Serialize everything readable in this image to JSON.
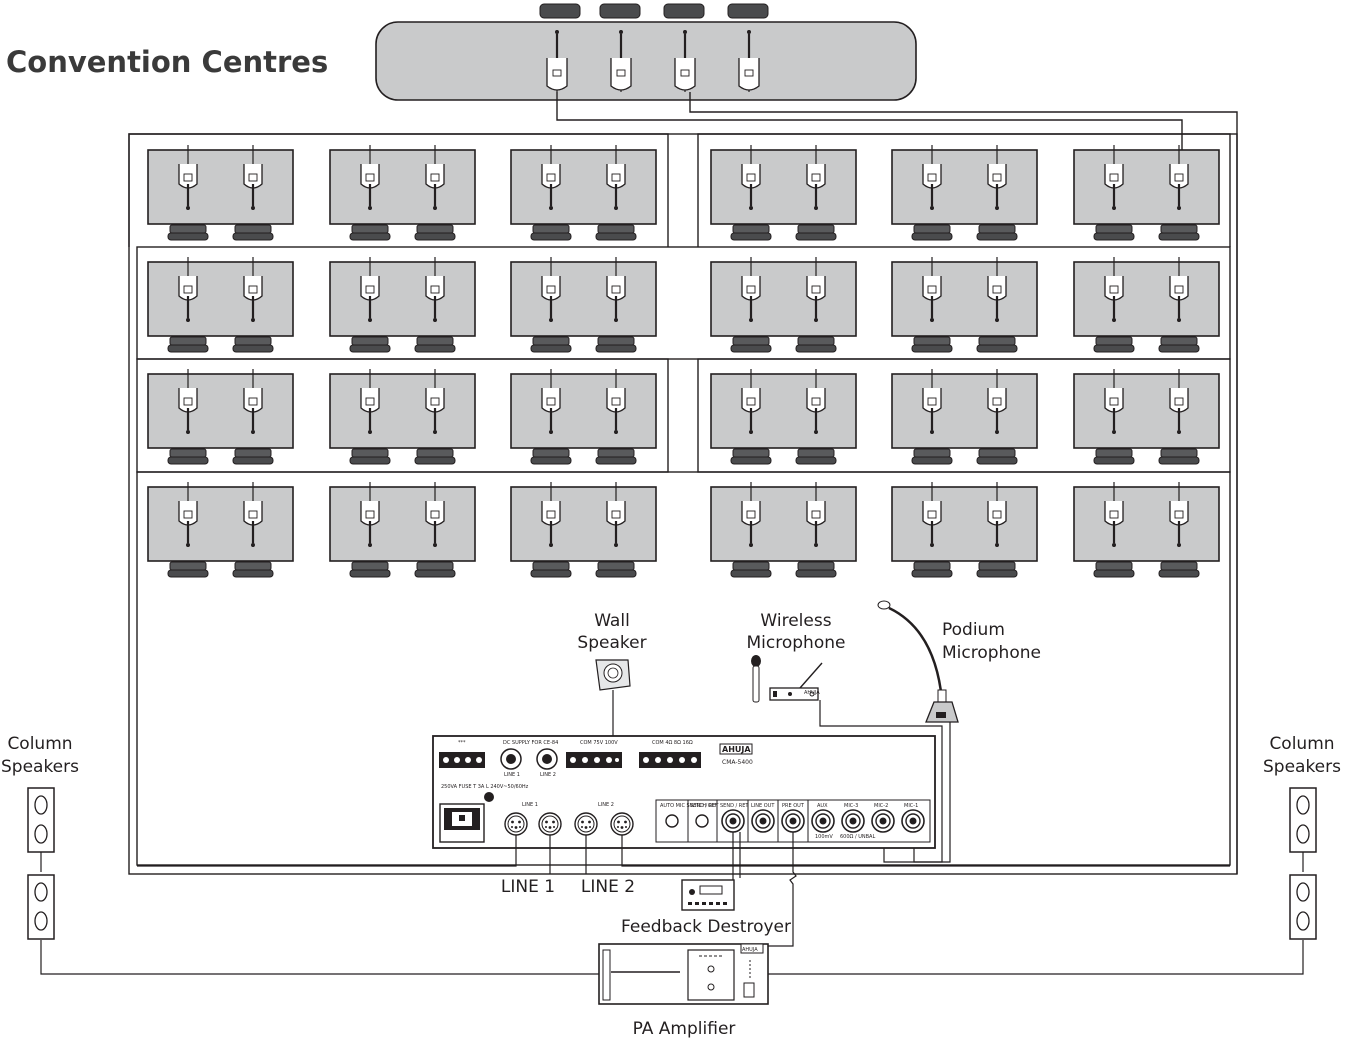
{
  "title": "Convention Centres",
  "labels": {
    "wall_speaker": [
      "Wall",
      "Speaker"
    ],
    "wireless_microphone": [
      "Wireless",
      "Microphone"
    ],
    "podium_microphone": [
      "Podium",
      "Microphone"
    ],
    "column_speakers_left": [
      "Column",
      "Speakers"
    ],
    "column_speakers_right": [
      "Column",
      "Speakers"
    ],
    "line1": "LINE 1",
    "line2": "LINE 2",
    "feedback_destroyer": "Feedback Destroyer",
    "pa_amplifier": "PA Amplifier"
  },
  "mixer": {
    "brand": "AHUJA",
    "model": "CMA-5400",
    "panel_labels": {
      "dc_supply": "DC SUPPLY FOR CE-84",
      "com_75v": "COM  75V  100V",
      "com_ohms": "COM  4Ω   8Ω   16Ω",
      "power": "250VA FUSE T 3A L 240V~50/60Hz",
      "line1_top": "LINE 1",
      "line2_top": "LINE 2",
      "line1_sub": "LINE 1",
      "line2_sub": "LINE 2",
      "auto_mic": "AUTO MIC SWITCH OFF",
      "send_ret": "SEND / RET",
      "send_ret2": "SEND / RET",
      "line_out": "LINE OUT",
      "pre_out": "PRE OUT",
      "aux": "AUX",
      "mic3": "MIC-3",
      "mic2": "MIC-2",
      "mic1": "MIC-1",
      "aux_sub": "100mV",
      "mic_sub": "600Ω / UNBAL"
    }
  },
  "amplifier_brand": "AHUJA",
  "receiver_brand": "AHUJA"
}
